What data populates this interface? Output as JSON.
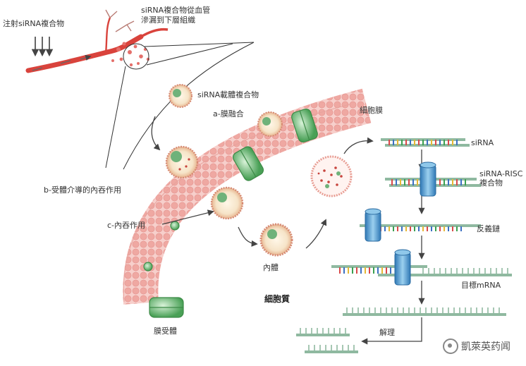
{
  "labels": {
    "inject": "注射siRNA複合物",
    "leak": [
      "siRNA複合物從血管",
      "滲漏到下層組織"
    ],
    "carrier": "siRNA載體複合物",
    "membrane_fusion": "a-膜融合",
    "cell_membrane": "細胞膜",
    "receptor_endocytosis": "b-受體介導的內吞作用",
    "endocytosis": "c-內吞作用",
    "endosome": "內體",
    "cytoplasm": "細胞質",
    "membrane_receptor": "膜受體",
    "sirna": "siRNA",
    "risc": [
      "siRNA-RISC",
      "複合物"
    ],
    "antisense": "反義鏈",
    "target_mrna": "目標mRNA",
    "degradation": "解理",
    "watermark": "凱萊英药闻"
  },
  "colors": {
    "vessel": "#d9433c",
    "membrane": "#f2b9b4",
    "receptor": "#4faa5a",
    "risc": "#4a9fd0",
    "strand": "#8fb9a0"
  }
}
